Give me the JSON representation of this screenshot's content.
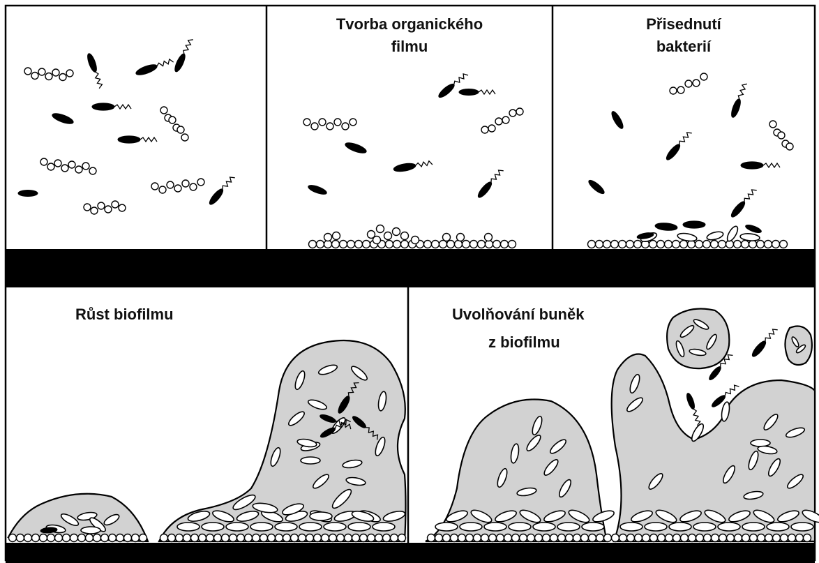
{
  "panels": {
    "p1": {
      "title_lines": []
    },
    "p2": {
      "title_lines": [
        "Tvorba organického",
        "filmu"
      ]
    },
    "p3": {
      "title_lines": [
        "Přisednutí",
        "bakterií"
      ]
    },
    "p4": {
      "title_lines": [
        "Růst biofilmu"
      ]
    },
    "p5": {
      "title_lines": [
        "Uvolňování buněk",
        "z biofilmu"
      ]
    }
  },
  "colors": {
    "substrate": "#000000",
    "biofilm_fill": "#d2d2d2",
    "outline": "#000000",
    "cell_fill": "#ffffff"
  }
}
